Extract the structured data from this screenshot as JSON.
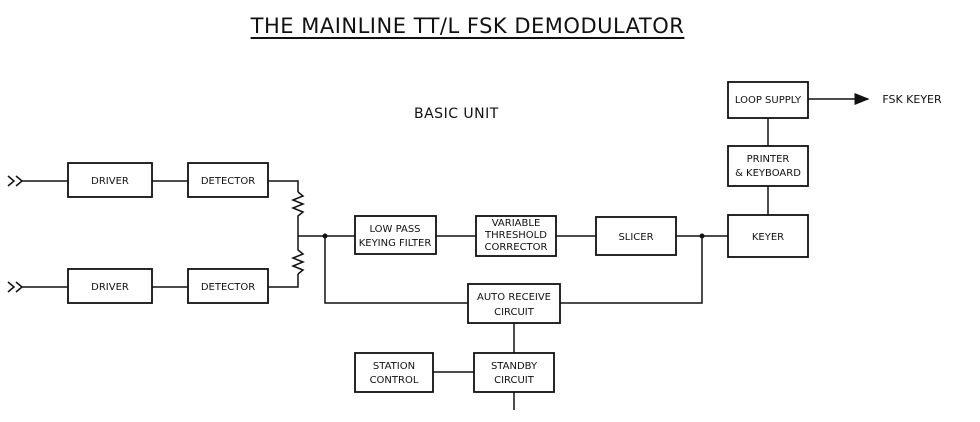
{
  "title": "THE MAINLINE TT/L FSK DEMODULATOR",
  "subtitle": "BASIC UNIT",
  "output_label": "FSK KEYER",
  "blocks": {
    "driver_top": [
      "DRIVER"
    ],
    "detector_top": [
      "DETECTOR"
    ],
    "driver_bottom": [
      "DRIVER"
    ],
    "detector_bottom": [
      "DETECTOR"
    ],
    "low_pass": [
      "LOW PASS",
      "KEYING FILTER"
    ],
    "variable_threshold": [
      "VARIABLE",
      "THRESHOLD",
      "CORRECTOR"
    ],
    "slicer": [
      "SLICER"
    ],
    "keyer": [
      "KEYER"
    ],
    "printer": [
      "PRINTER",
      "& KEYBOARD"
    ],
    "loop_supply": [
      "LOOP SUPPLY"
    ],
    "auto_receive": [
      "AUTO RECEIVE",
      "CIRCUIT"
    ],
    "standby": [
      "STANDBY",
      "CIRCUIT"
    ],
    "station_control": [
      "STATION",
      "CONTROL"
    ]
  }
}
